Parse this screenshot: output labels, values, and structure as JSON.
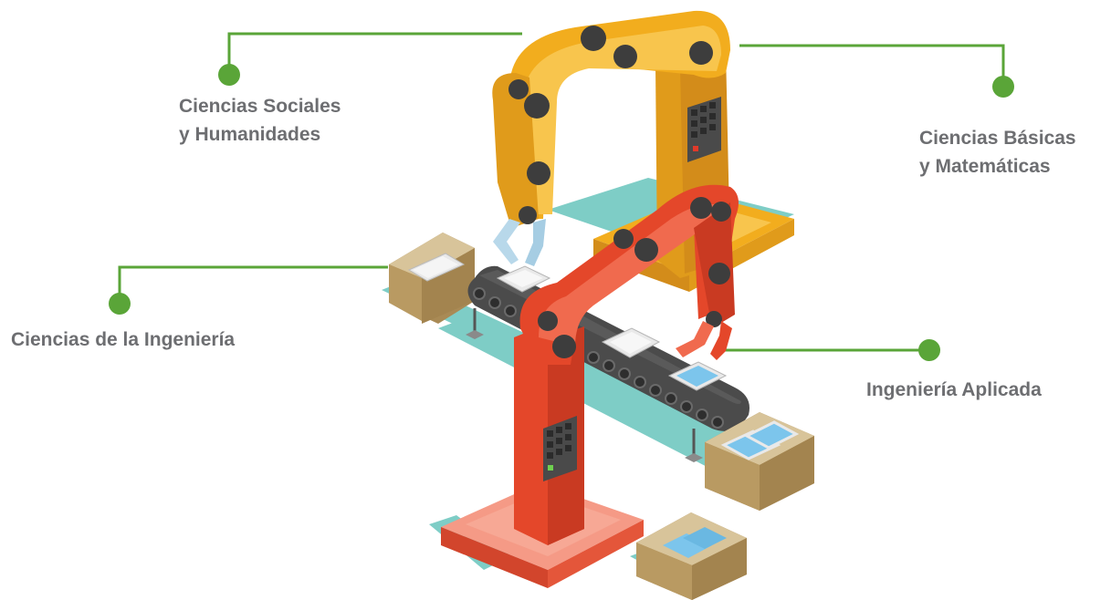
{
  "labels": {
    "social": {
      "line1": "Ciencias Sociales",
      "line2": "y Humanidades"
    },
    "basic": {
      "line1": "Ciencias Básicas",
      "line2": "y Matemáticas"
    },
    "engineering": {
      "line1": "Ciencias de la Ingeniería"
    },
    "applied": {
      "line1": "Ingeniería Aplicada"
    }
  },
  "colors": {
    "connector": "#5aa538",
    "text": "#6d6e71",
    "yellow_arm": "#f2ad1e",
    "red_arm": "#e4472a",
    "floor": "#7ecdc6",
    "box": "#b99a62",
    "belt": "#4b4b4b"
  },
  "icons": [
    "yellow-robot-arm",
    "red-robot-arm",
    "conveyor-belt",
    "cardboard-box",
    "tablet-device"
  ]
}
